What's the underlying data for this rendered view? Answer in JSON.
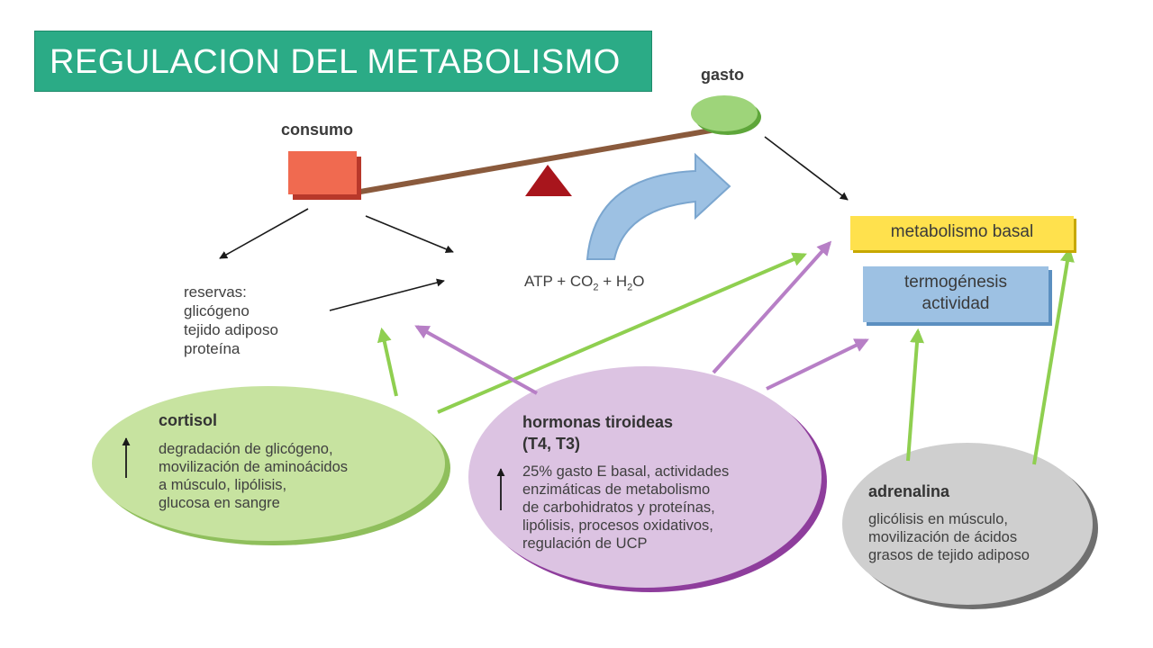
{
  "title": "REGULACION DEL METABOLISMO",
  "consumo": "consumo",
  "gasto": "gasto",
  "reservas": [
    "reservas:",
    "glicógeno",
    "tejido adiposo",
    "proteína"
  ],
  "atp": {
    "a": "ATP + CO",
    "sub1": "2",
    "b": " + H",
    "sub2": "2",
    "c": "O"
  },
  "basal": "metabolismo basal",
  "termo": [
    "termogénesis",
    "actividad"
  ],
  "cortisol": {
    "name": "cortisol",
    "lines": [
      "degradación de glicógeno,",
      "movilización de aminoácidos",
      "a músculo, lipólisis,",
      "glucosa en sangre"
    ]
  },
  "tiroideas": {
    "name_lines": [
      "hormonas tiroideas",
      "(T4, T3)"
    ],
    "lines": [
      "25% gasto E basal, actividades",
      "enzimáticas de metabolismo",
      "de carbohidratos y proteínas,",
      "lipólisis, procesos oxidativos,",
      "regulación de UCP"
    ]
  },
  "adrenalina": {
    "name": "adrenalina",
    "lines": [
      "glicólisis en músculo,",
      "movilización de ácidos",
      "grasos de tejido adiposo"
    ]
  },
  "colors": {
    "title_bg": "#2bab86",
    "cortisol": "#c7e3a0",
    "tiroideas": "#dcc3e2",
    "adrenalina": "#cfcfcf",
    "green_arrow": "#8fcf50",
    "purple_arrow": "#b77fc6"
  }
}
